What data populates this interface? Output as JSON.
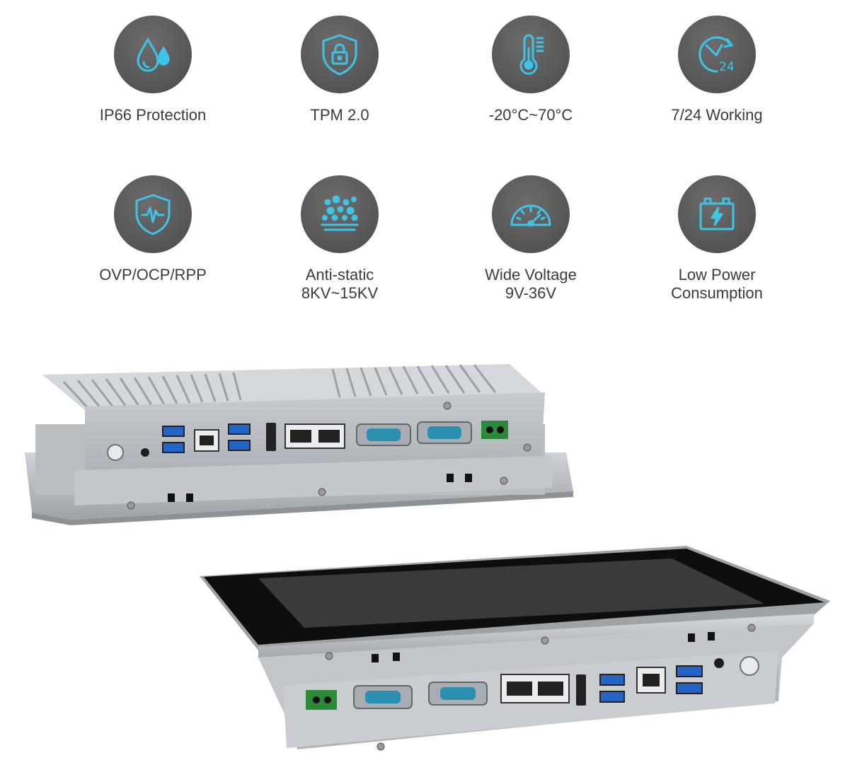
{
  "features": [
    {
      "icon": "water-drops-icon",
      "lines": [
        "IP66 Protection"
      ]
    },
    {
      "icon": "shield-lock-icon",
      "lines": [
        "TPM 2.0"
      ]
    },
    {
      "icon": "thermometer-icon",
      "lines": [
        "-20°C~70°C"
      ]
    },
    {
      "icon": "clock-24-icon",
      "lines": [
        "7/24 Working"
      ]
    },
    {
      "icon": "shield-wave-icon",
      "lines": [
        "OVP/OCP/RPP"
      ]
    },
    {
      "icon": "static-dots-icon",
      "lines": [
        "Anti-static",
        "8KV~15KV"
      ]
    },
    {
      "icon": "gauge-icon",
      "lines": [
        "Wide Voltage",
        "9V-36V"
      ]
    },
    {
      "icon": "battery-bolt-icon",
      "lines": [
        "Low Power",
        "Consumption"
      ]
    }
  ],
  "colors": {
    "icon_circle": "#595959",
    "icon_accent": "#3fc4e8",
    "label_text": "#3b3b3b"
  }
}
